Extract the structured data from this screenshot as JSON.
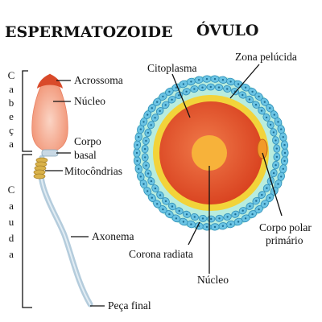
{
  "titles": {
    "sperm": "ESPERMATOZOIDE",
    "egg": "ÓVULO"
  },
  "sperm_labels": {
    "acrosome": "Acrossoma",
    "nucleus": "Núcleo",
    "basal_body_1": "Corpo",
    "basal_body_2": "basal",
    "mitochondria": "Mitocôndrias",
    "axoneme": "Axonema",
    "end_piece": "Peça final"
  },
  "sperm_regions": {
    "head": "Cabeça",
    "tail": "Cauda"
  },
  "egg_labels": {
    "cytoplasm": "Citoplasma",
    "zona": "Zona pelúcida",
    "polar_body_1": "Corpo polar",
    "polar_body_2": "primário",
    "corona": "Corona radiata",
    "nucleus": "Núcleo"
  },
  "colors": {
    "acrosome": "#d94a2a",
    "head": "#f4a185",
    "midpiece": "#d9b24a",
    "tail": "#b4ccdc",
    "corona_cell": "#6bc4e4",
    "corona_zone": "#b8ecde",
    "zona": "#f2d33a",
    "cytoplasm": "#e8542a",
    "nucleus": "#f7b23a",
    "polar_body": "#f29a28"
  }
}
